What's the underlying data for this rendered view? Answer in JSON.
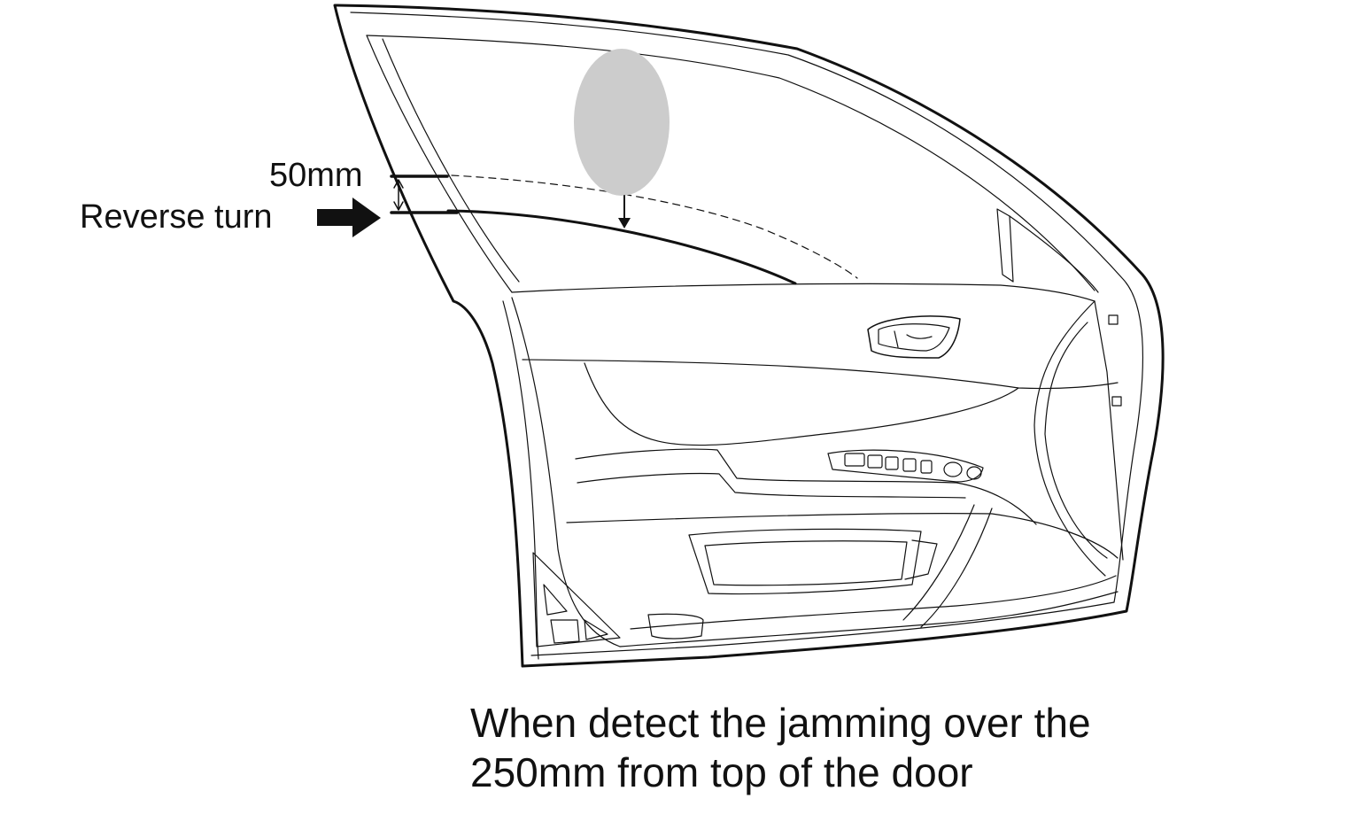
{
  "labels": {
    "gap": "50mm",
    "reverse": "Reverse turn"
  },
  "caption": {
    "line1": "When detect the jamming over the",
    "line2": "250mm from top of the door"
  },
  "colors": {
    "line": "#111111",
    "obstacle": "#cccccc",
    "background": "#ffffff"
  }
}
